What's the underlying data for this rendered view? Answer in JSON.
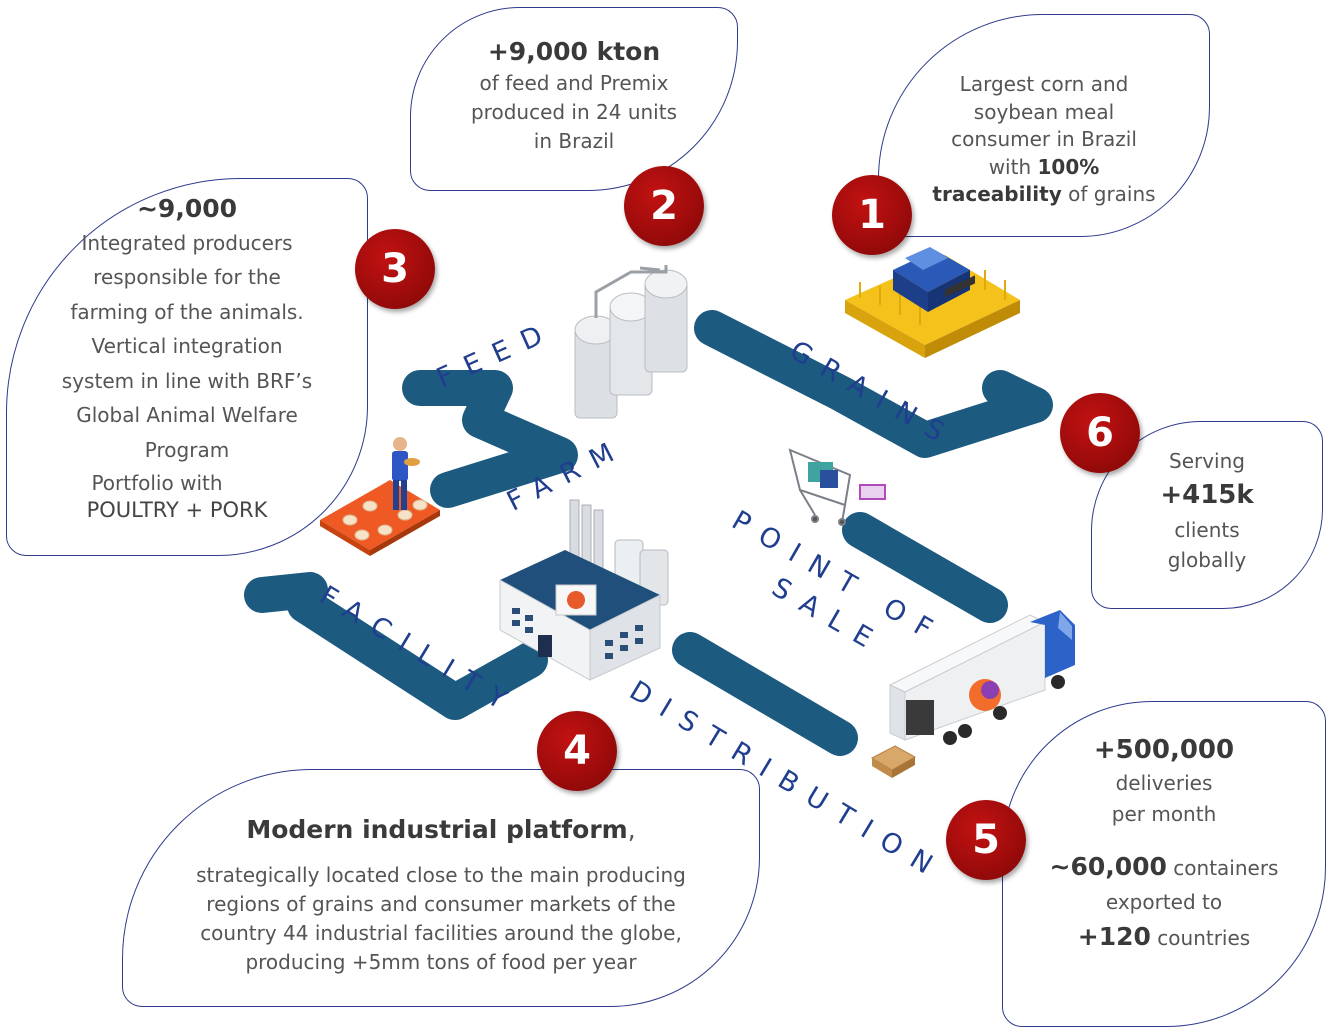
{
  "badges": [
    "1",
    "2",
    "3",
    "4",
    "5",
    "6"
  ],
  "path_labels": {
    "feed": "FEED",
    "grains": "GRAINS",
    "farm": "FARM",
    "point_of": "POINT OF",
    "sale": "SALE",
    "facility": "FACILITY",
    "distribution": "DISTRIBUTION"
  },
  "box1": {
    "line1": "Largest corn and",
    "line2": "soybean meal",
    "line3": "consumer in Brazil",
    "line4a": "with ",
    "line4b": "100%",
    "line5a": "traceability",
    "line5b": " of grains"
  },
  "box2": {
    "headline": "+9,000 kton",
    "line1": "of feed and Premix",
    "line2": "produced in 24 units",
    "line3": "in Brazil"
  },
  "box3": {
    "headline": "~9,000",
    "line1": "Integrated producers",
    "line2": "responsible for the",
    "line3": "farming of the animals.",
    "line4": "Vertical integration",
    "line5": "system in line with BRF’s",
    "line6": "Global Animal Welfare",
    "line7": "Program",
    "line8": "Portfolio with",
    "line9": "POULTRY + PORK"
  },
  "box4": {
    "headline": "Modern industrial platform",
    "comma": ",",
    "line1": "strategically located close to the main producing",
    "line2": "regions of grains and consumer markets of the",
    "line3": "country 44 industrial facilities around the globe,",
    "line4": "producing +5mm tons of food per year"
  },
  "box5": {
    "headline": "+500,000",
    "line1": "deliveries",
    "line2": "per month",
    "line3a": "~60,000",
    "line3b": " containers",
    "line4": "exported to",
    "line5a": "+120",
    "line5b": " countries"
  },
  "box6": {
    "line1": "Serving",
    "headline": "+415k",
    "line2": "clients",
    "line3": "globally"
  },
  "colors": {
    "path": "#1d5a80",
    "badge": "#a80e0e",
    "border": "#2e3a8c",
    "label": "#1f3e8f"
  }
}
